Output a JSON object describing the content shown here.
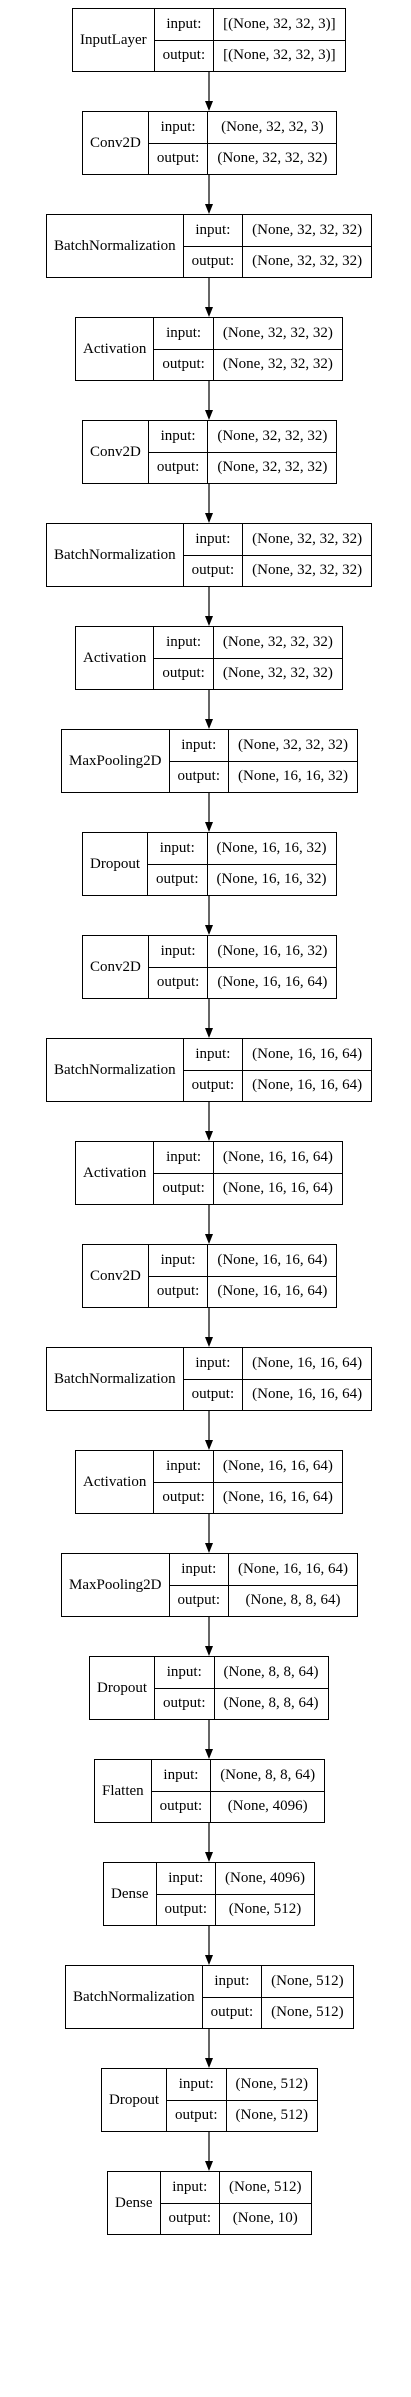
{
  "diagram": {
    "io_labels": {
      "input": "input:",
      "output": "output:"
    },
    "layers": [
      {
        "name": "InputLayer",
        "input": "[(None, 32, 32, 3)]",
        "output": "[(None, 32, 32, 3)]"
      },
      {
        "name": "Conv2D",
        "input": "(None, 32, 32, 3)",
        "output": "(None, 32, 32, 32)"
      },
      {
        "name": "BatchNormalization",
        "input": "(None, 32, 32, 32)",
        "output": "(None, 32, 32, 32)"
      },
      {
        "name": "Activation",
        "input": "(None, 32, 32, 32)",
        "output": "(None, 32, 32, 32)"
      },
      {
        "name": "Conv2D",
        "input": "(None, 32, 32, 32)",
        "output": "(None, 32, 32, 32)"
      },
      {
        "name": "BatchNormalization",
        "input": "(None, 32, 32, 32)",
        "output": "(None, 32, 32, 32)"
      },
      {
        "name": "Activation",
        "input": "(None, 32, 32, 32)",
        "output": "(None, 32, 32, 32)"
      },
      {
        "name": "MaxPooling2D",
        "input": "(None, 32, 32, 32)",
        "output": "(None, 16, 16, 32)"
      },
      {
        "name": "Dropout",
        "input": "(None, 16, 16, 32)",
        "output": "(None, 16, 16, 32)"
      },
      {
        "name": "Conv2D",
        "input": "(None, 16, 16, 32)",
        "output": "(None, 16, 16, 64)"
      },
      {
        "name": "BatchNormalization",
        "input": "(None, 16, 16, 64)",
        "output": "(None, 16, 16, 64)"
      },
      {
        "name": "Activation",
        "input": "(None, 16, 16, 64)",
        "output": "(None, 16, 16, 64)"
      },
      {
        "name": "Conv2D",
        "input": "(None, 16, 16, 64)",
        "output": "(None, 16, 16, 64)"
      },
      {
        "name": "BatchNormalization",
        "input": "(None, 16, 16, 64)",
        "output": "(None, 16, 16, 64)"
      },
      {
        "name": "Activation",
        "input": "(None, 16, 16, 64)",
        "output": "(None, 16, 16, 64)"
      },
      {
        "name": "MaxPooling2D",
        "input": "(None, 16, 16, 64)",
        "output": "(None, 8, 8, 64)"
      },
      {
        "name": "Dropout",
        "input": "(None, 8, 8, 64)",
        "output": "(None, 8, 8, 64)"
      },
      {
        "name": "Flatten",
        "input": "(None, 8, 8, 64)",
        "output": "(None, 4096)"
      },
      {
        "name": "Dense",
        "input": "(None, 4096)",
        "output": "(None, 512)"
      },
      {
        "name": "BatchNormalization",
        "input": "(None, 512)",
        "output": "(None, 512)"
      },
      {
        "name": "Dropout",
        "input": "(None, 512)",
        "output": "(None, 512)"
      },
      {
        "name": "Dense",
        "input": "(None, 512)",
        "output": "(None, 10)"
      }
    ]
  }
}
